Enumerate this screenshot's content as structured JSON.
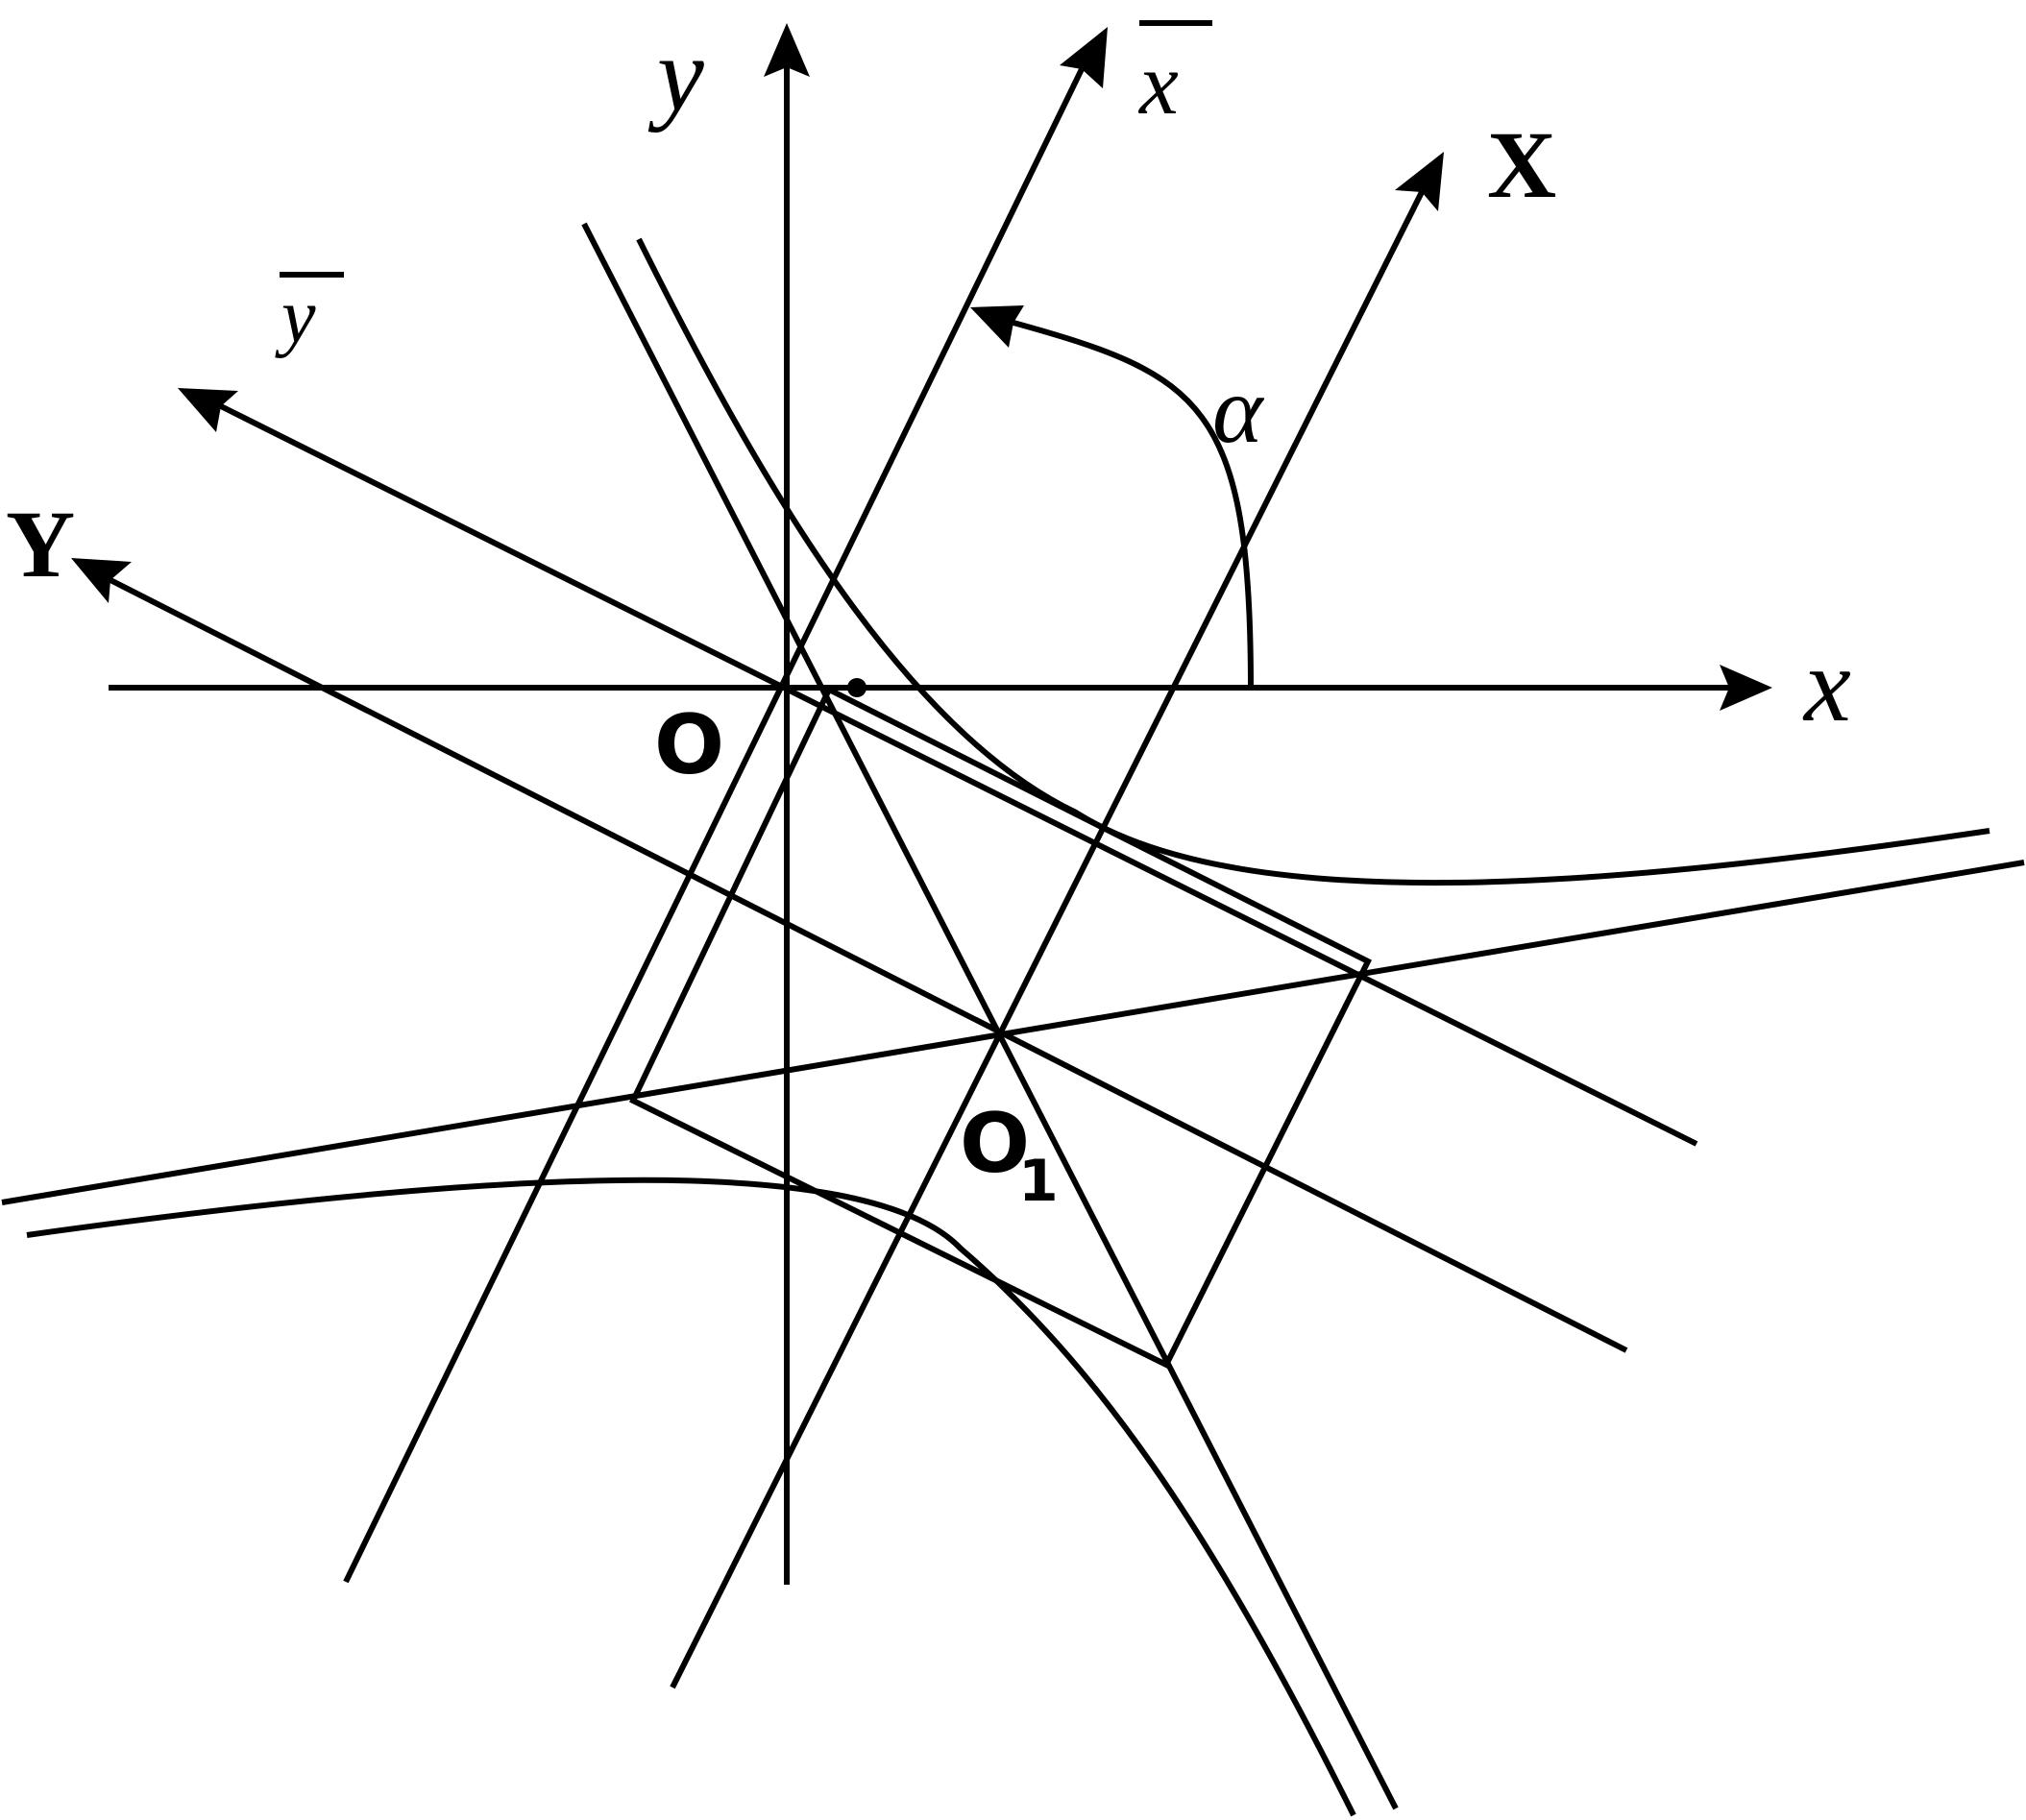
{
  "labels": {
    "y_axis": "y",
    "x_axis": "x",
    "x_bar": "x",
    "y_bar": "y",
    "X_axis": "X",
    "Y_axis": "Y",
    "angle": "α",
    "origin": "O",
    "new_origin": "O",
    "new_origin_subscript": "1"
  }
}
